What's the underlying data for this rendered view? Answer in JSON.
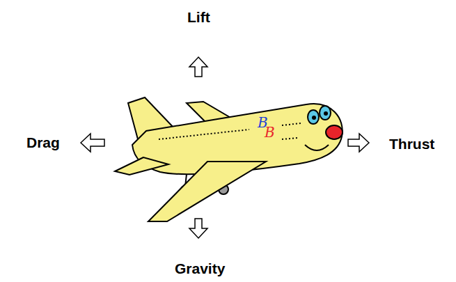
{
  "diagram": {
    "labels": [
      "Lift",
      "Drag",
      "Thrust",
      "Gravity",
      "B",
      "B"
    ]
  }
}
